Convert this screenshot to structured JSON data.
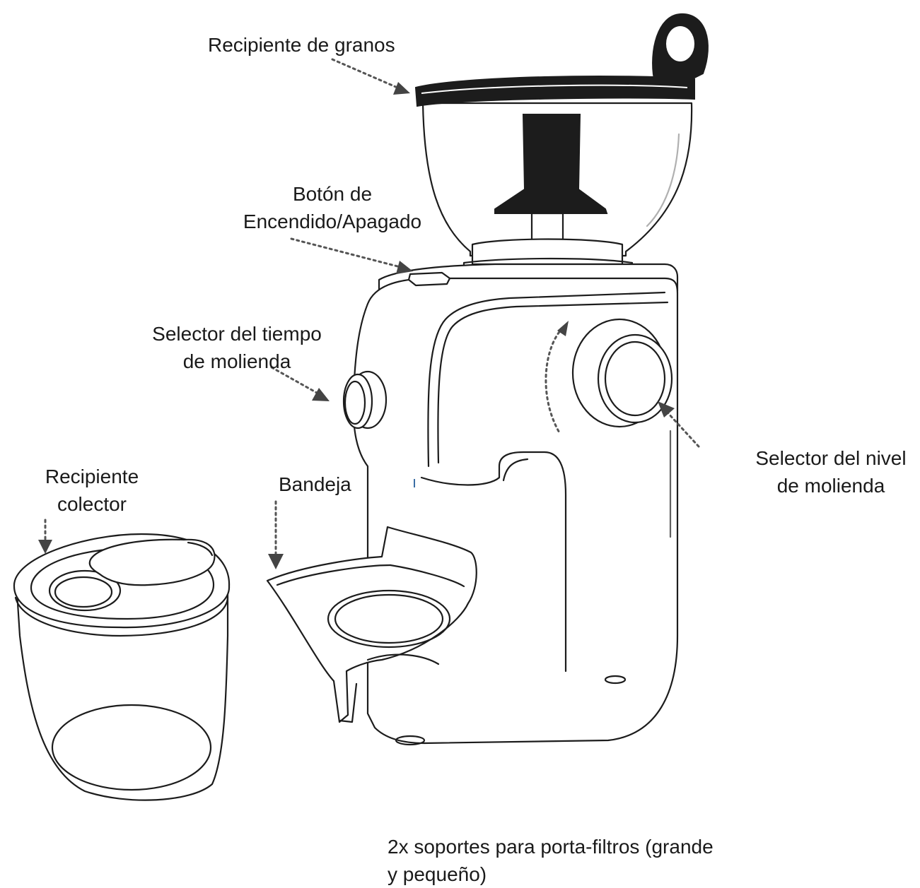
{
  "labels": {
    "bean_hopper": "Recipiente de granos",
    "power_button": [
      "Botón de",
      "Encendido/Apagado"
    ],
    "grind_time_selector": [
      "Selector del tiempo",
      "de molienda"
    ],
    "grind_level_selector": [
      "Selector del nivel",
      "de molienda"
    ],
    "collector_container": [
      "Recipiente",
      "colector"
    ],
    "tray": "Bandeja",
    "filter_holders": [
      "2x soportes para porta-filtros (grande",
      "y pequeño)"
    ]
  },
  "colors": {
    "outline": "#1c1c1c",
    "pointer": "#555555",
    "background": "#ffffff"
  }
}
